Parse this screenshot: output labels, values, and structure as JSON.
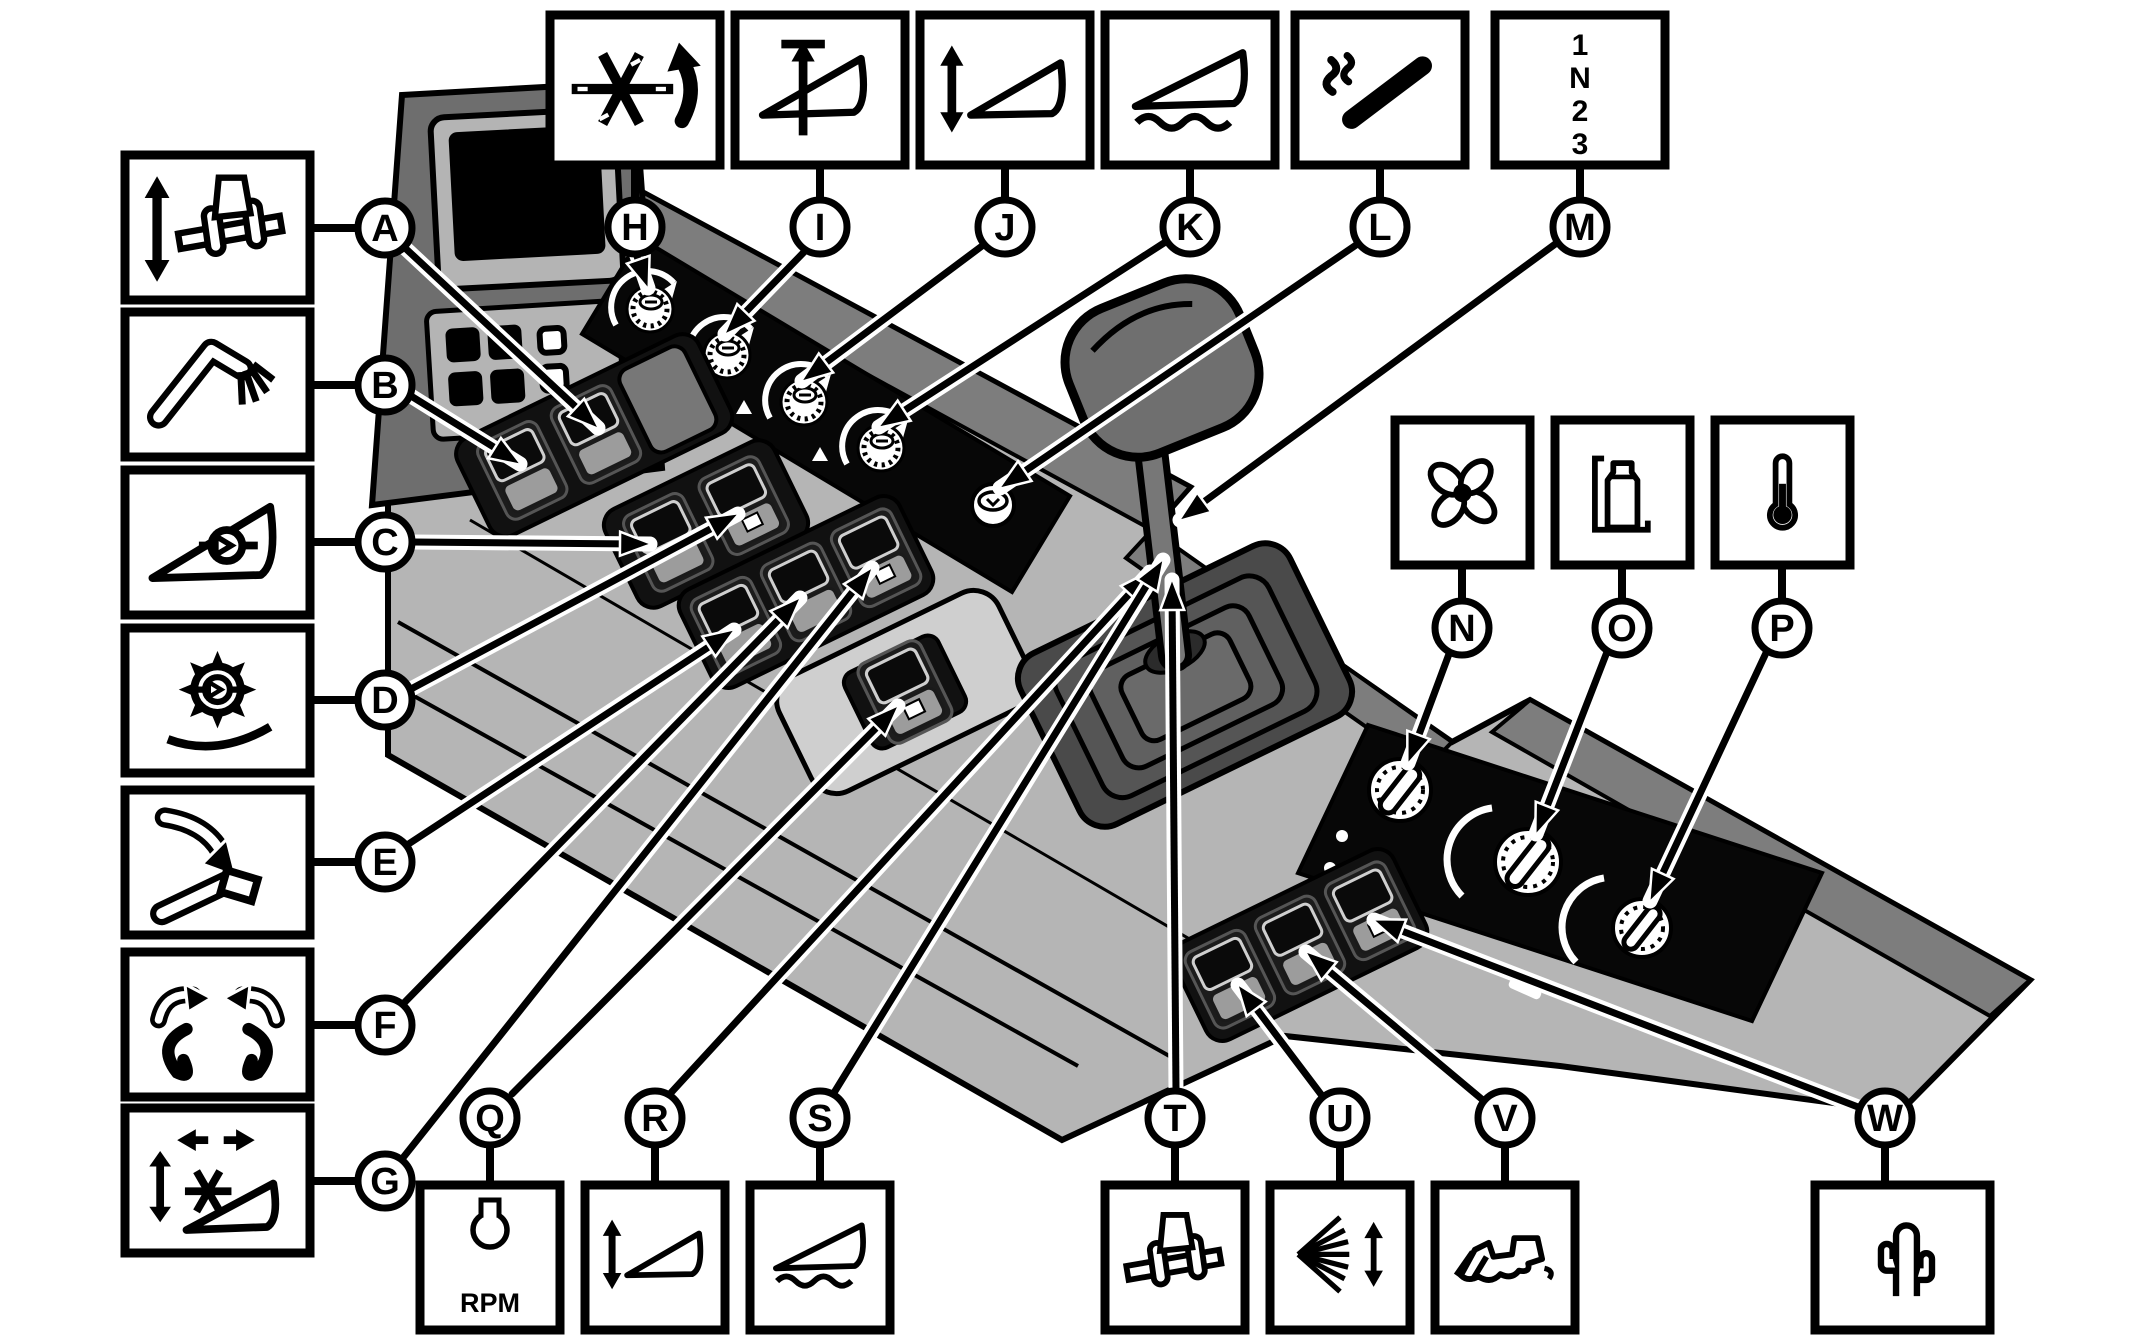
{
  "diagram": {
    "kind": "combine-console-callout-diagram",
    "colors": {
      "background": "#ffffff",
      "line": "#000000",
      "deck": "#b5b5b5",
      "back_band": "#7d7d7d",
      "panel_black": "#070707",
      "monitor_dark": "#6e6e6e",
      "bezel_gray": "#b4b4b4",
      "switch_rocker": "#9c9c9c",
      "lever_gray": "#6f6f6f",
      "light_panel": "#cfcfcf"
    }
  },
  "labels": {
    "rpm": "RPM",
    "gear": [
      "1",
      "N",
      "2",
      "3"
    ]
  },
  "callouts": {
    "left": [
      {
        "letter": "A",
        "icon": "header-lateral-tilt-icon",
        "points_to": "switch-cluster-1-right-switch"
      },
      {
        "letter": "B",
        "icon": "unloader-auger-swing-icon",
        "points_to": "switch-cluster-1-left-switch"
      },
      {
        "letter": "C",
        "icon": "reel-drive-ramp-icon",
        "points_to": "switch-cluster-2-left-switch"
      },
      {
        "letter": "D",
        "icon": "rotor-separator-icon",
        "points_to": "switch-cluster-2-right-switch"
      },
      {
        "letter": "E",
        "icon": "unloader-drive-arrow-icon",
        "points_to": "switch-cluster-3-left-switch"
      },
      {
        "letter": "F",
        "icon": "crop-divider-icon",
        "points_to": "switch-cluster-3-middle-switch"
      },
      {
        "letter": "G",
        "icon": "reel-position-icon",
        "points_to": "switch-cluster-3-right-switch"
      }
    ],
    "top": [
      {
        "letter": "H",
        "icon": "reel-speed-icon",
        "points_to": "dial-strip-knob-1"
      },
      {
        "letter": "I",
        "icon": "header-height-set-icon",
        "points_to": "dial-strip-knob-2"
      },
      {
        "letter": "J",
        "icon": "header-raise-lower-icon",
        "points_to": "dial-strip-knob-3"
      },
      {
        "letter": "K",
        "icon": "header-float-icon",
        "points_to": "dial-strip-knob-4"
      },
      {
        "letter": "L",
        "icon": "cigarette-lighter-icon",
        "points_to": "lighter-button"
      },
      {
        "letter": "M",
        "icon": "gearshift-pattern-icon",
        "points_to": "gearshift-lever"
      }
    ],
    "right": [
      {
        "letter": "N",
        "icon": "fan-icon",
        "points_to": "climate-knob-1"
      },
      {
        "letter": "O",
        "icon": "bottle-icon",
        "points_to": "climate-knob-2"
      },
      {
        "letter": "P",
        "icon": "thermometer-icon",
        "points_to": "climate-knob-3"
      }
    ],
    "bottom": [
      {
        "letter": "Q",
        "icon": "rpm-monitor-lamp-icon",
        "caption": "RPM",
        "points_to": "single-monitor-switch"
      },
      {
        "letter": "R",
        "icon": "header-raise-lower-icon",
        "points_to": "gearshift-lever"
      },
      {
        "letter": "S",
        "icon": "header-float-icon",
        "points_to": "gearshift-lever"
      },
      {
        "letter": "T",
        "icon": "header-lateral-tilt-icon",
        "points_to": "gearshift-lever"
      },
      {
        "letter": "U",
        "icon": "spreader-fan-speed-icon",
        "points_to": "right-cluster-left-switch"
      },
      {
        "letter": "V",
        "icon": "combine-harvester-icon",
        "points_to": "right-cluster-middle-switch"
      },
      {
        "letter": "W",
        "icon": "cactus-icon",
        "points_to": "right-cluster-right-switch"
      }
    ]
  }
}
